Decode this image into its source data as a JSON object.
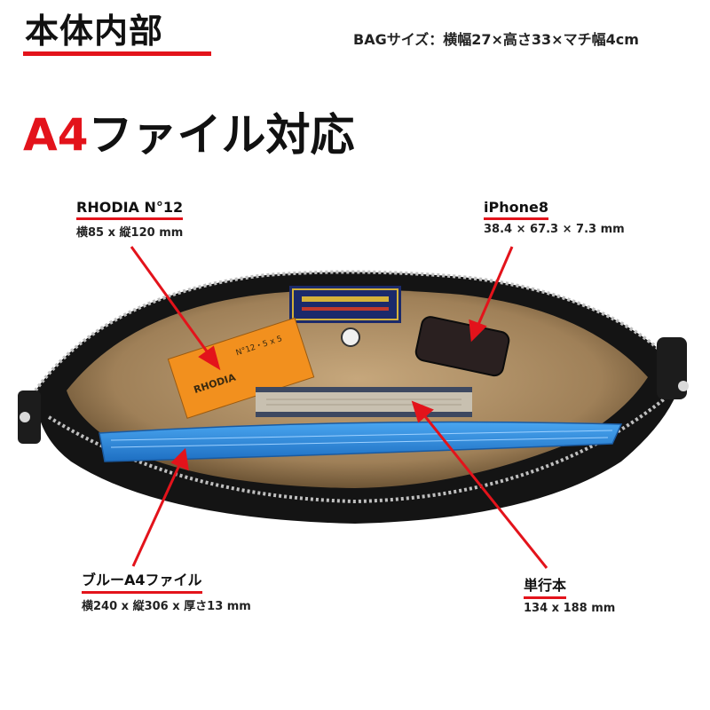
{
  "header": {
    "title": "本体内部",
    "bag_size": "BAGサイズ：横幅27×高さ33×マチ幅4cm"
  },
  "headline": {
    "accent": "A4",
    "rest": "ファイル対応"
  },
  "items": {
    "notepad": {
      "name": "RHODIA N°12",
      "dim": "横85 x 縦120 mm",
      "cover_text": "N°12・5 x 5",
      "brand": "RHODIA"
    },
    "phone": {
      "name": "iPhone8",
      "dim": "38.4 × 67.3 × 7.3 mm"
    },
    "file": {
      "name": "ブルーA4ファイル",
      "dim": "横240 x 縦306 x 厚さ13 mm"
    },
    "book": {
      "name": "単行本",
      "dim": "134 x 188 mm"
    }
  },
  "colors": {
    "accent_red": "#e3131b",
    "bag_black": "#141414",
    "lining_tan": "#b89a72",
    "file_blue": "#2f8fe0",
    "notepad_orange": "#f2901e"
  }
}
